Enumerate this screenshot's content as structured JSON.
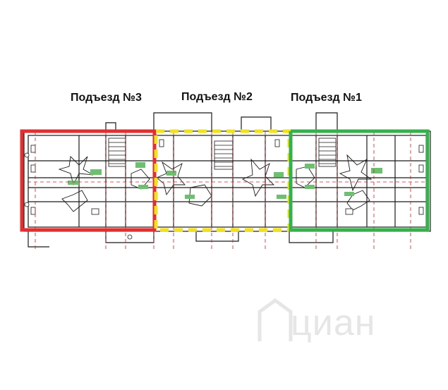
{
  "entrances": [
    {
      "label": "Подъезд №3",
      "color": "#e03030"
    },
    {
      "label": "Подъезд №2",
      "color": "#f2e21a"
    },
    {
      "label": "Подъезд №1",
      "color": "#35b04a"
    }
  ],
  "watermark": {
    "text": "циан",
    "icon": "cian-house-icon"
  },
  "colors": {
    "wall": "#1a1a1a",
    "axis": "#d02020",
    "plan_green": "#6fbf73"
  }
}
